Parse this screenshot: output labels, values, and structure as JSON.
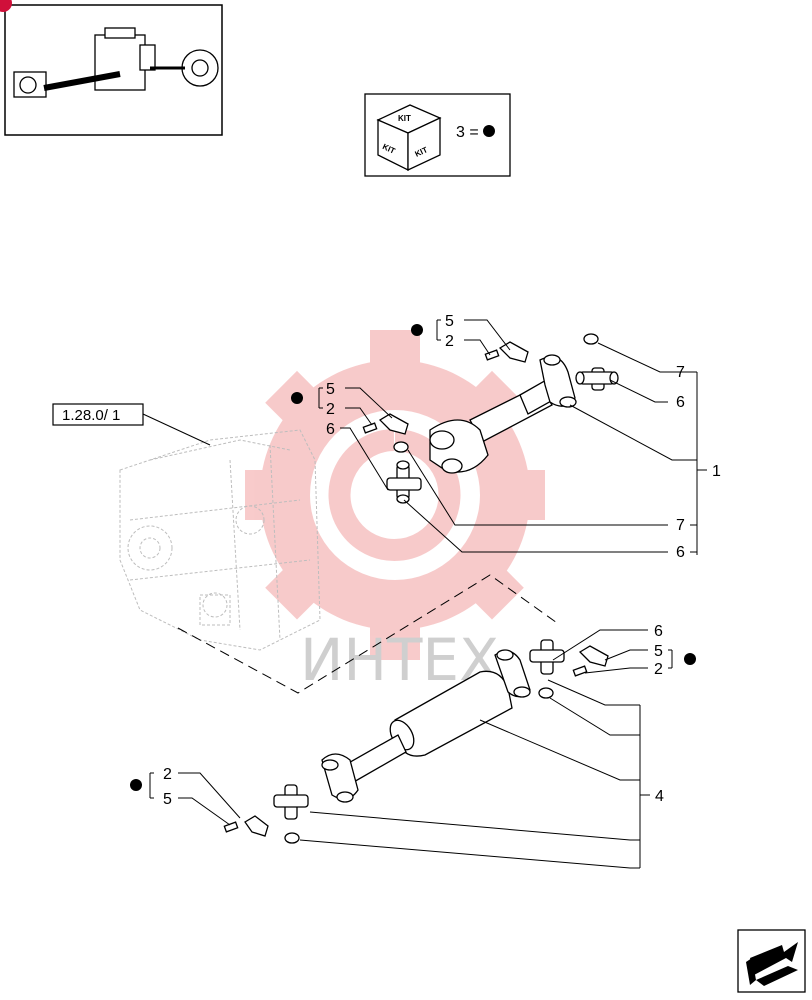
{
  "reference_label": "1.28.0/ 1",
  "kit_legend": {
    "kit_text": "KIT",
    "equation": "3 ="
  },
  "watermark_text": "ИНТЕХ",
  "callouts": {
    "top_clip_5": "5",
    "top_clip_2": "2",
    "mid_clip_5": "5",
    "mid_clip_2": "2",
    "mid_6": "6",
    "right_7a": "7",
    "right_6a": "6",
    "assembly_1": "1",
    "right_7b": "7",
    "right_6b": "6",
    "low_6": "6",
    "low_5": "5",
    "low_2": "2",
    "assembly_4": "4",
    "left_2": "2",
    "left_5": "5"
  },
  "colors": {
    "line": "#000000",
    "watermark_red": "#f2a0a0",
    "watermark_grey": "#cfcfcf"
  }
}
